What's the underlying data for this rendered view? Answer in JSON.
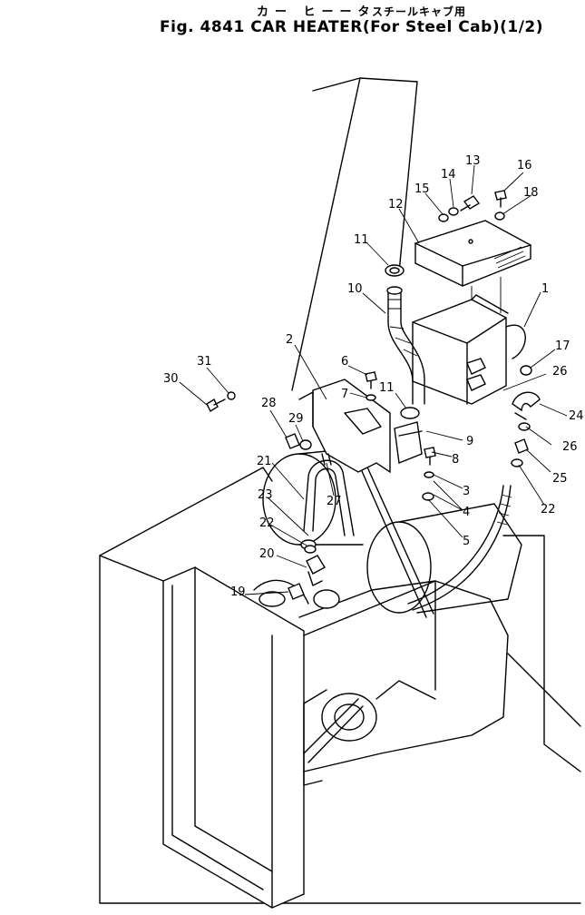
{
  "title": {
    "jp_main": "カー ヒーータ",
    "jp_sub": "スチールキャブ用",
    "en_prefix": "Fig. 4841 CAR HEATER",
    "en_sub": "For Steel Cab",
    "en_suffix": "(1/2)"
  },
  "callouts": [
    {
      "id": "1",
      "label": "1"
    },
    {
      "id": "2",
      "label": "2"
    },
    {
      "id": "3",
      "label": "3"
    },
    {
      "id": "4",
      "label": "4"
    },
    {
      "id": "5",
      "label": "5"
    },
    {
      "id": "6",
      "label": "6"
    },
    {
      "id": "7",
      "label": "7"
    },
    {
      "id": "8",
      "label": "8"
    },
    {
      "id": "9",
      "label": "9"
    },
    {
      "id": "10",
      "label": "10"
    },
    {
      "id": "11a",
      "label": "11"
    },
    {
      "id": "11b",
      "label": "11"
    },
    {
      "id": "12",
      "label": "12"
    },
    {
      "id": "13",
      "label": "13"
    },
    {
      "id": "14",
      "label": "14"
    },
    {
      "id": "15",
      "label": "15"
    },
    {
      "id": "16",
      "label": "16"
    },
    {
      "id": "17",
      "label": "17"
    },
    {
      "id": "18",
      "label": "18"
    },
    {
      "id": "19",
      "label": "19"
    },
    {
      "id": "20",
      "label": "20"
    },
    {
      "id": "21",
      "label": "21"
    },
    {
      "id": "22a",
      "label": "22"
    },
    {
      "id": "22b",
      "label": "22"
    },
    {
      "id": "23",
      "label": "23"
    },
    {
      "id": "24",
      "label": "24"
    },
    {
      "id": "25",
      "label": "25"
    },
    {
      "id": "26a",
      "label": "26"
    },
    {
      "id": "26b",
      "label": "26"
    },
    {
      "id": "27",
      "label": "27"
    },
    {
      "id": "28",
      "label": "28"
    },
    {
      "id": "29",
      "label": "29"
    },
    {
      "id": "30",
      "label": "30"
    },
    {
      "id": "31",
      "label": "31"
    }
  ]
}
